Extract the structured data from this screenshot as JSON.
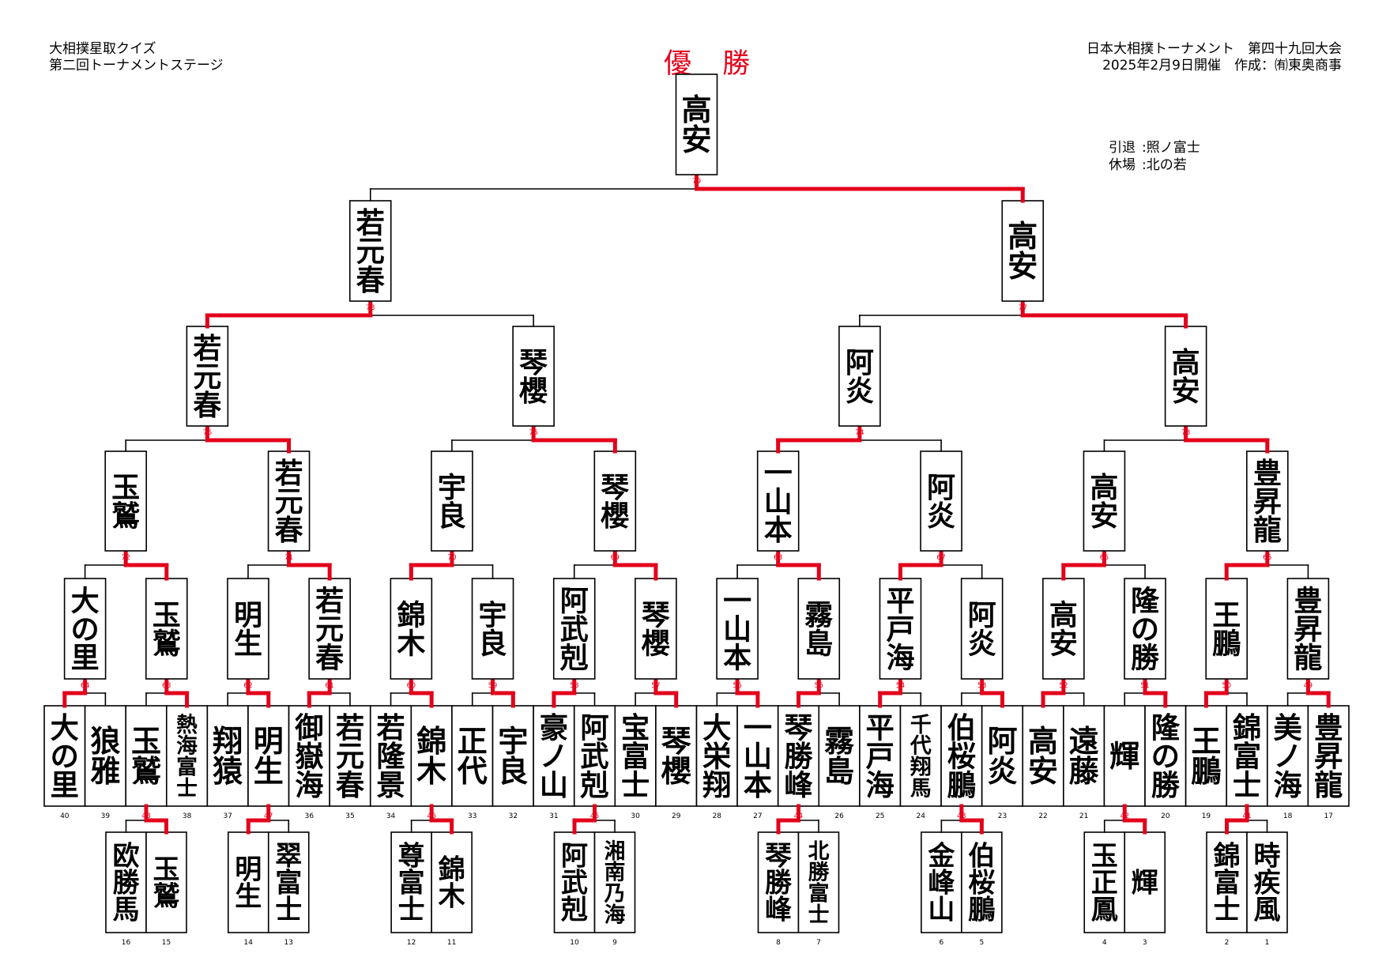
{
  "header": {
    "left_line1": "大相撲星取クイズ",
    "left_line2": "第二回トーナメントステージ",
    "right_line1": "日本大相撲トーナメント　第四十九回大会",
    "right_line2": "2025年2月9日開催　作成：㈲東奥商事",
    "champion_label": "優 勝"
  },
  "notes": {
    "retired_label": "引退",
    "retired_name": "照ノ富士",
    "absent_label": "休場",
    "absent_name": "北の若"
  },
  "colors": {
    "winner_line": "#e3001b",
    "line": "#000000",
    "box_border": "#000000"
  },
  "bracket": {
    "champion": {
      "name": "高安",
      "match": "79"
    },
    "round5": [
      {
        "name": "若元春",
        "match": "78"
      },
      {
        "name": "高安",
        "match": "77"
      }
    ],
    "round4": [
      {
        "name": "若元春",
        "match": "76"
      },
      {
        "name": "琴櫻",
        "match": "75"
      },
      {
        "name": "阿炎",
        "match": "74"
      },
      {
        "name": "高安",
        "match": "73"
      }
    ],
    "round3": [
      {
        "name": "玉鷲",
        "match": "72"
      },
      {
        "name": "若元春",
        "match": "71"
      },
      {
        "name": "宇良",
        "match": "70"
      },
      {
        "name": "琴櫻",
        "match": "69"
      },
      {
        "name": "一山本",
        "match": "68"
      },
      {
        "name": "阿炎",
        "match": "67"
      },
      {
        "name": "高安",
        "match": "66"
      },
      {
        "name": "豊昇龍",
        "match": "65"
      }
    ],
    "round2": [
      {
        "name": "大の里",
        "match": "64"
      },
      {
        "name": "玉鷲",
        "match": "63"
      },
      {
        "name": "明生",
        "match": "62"
      },
      {
        "name": "若元春",
        "match": "61"
      },
      {
        "name": "錦木",
        "match": "60"
      },
      {
        "name": "宇良",
        "match": "59"
      },
      {
        "name": "阿武剋",
        "match": "58"
      },
      {
        "name": "琴櫻",
        "match": "57"
      },
      {
        "name": "一山本",
        "match": "56"
      },
      {
        "name": "霧島",
        "match": "55"
      },
      {
        "name": "平戸海",
        "match": "54"
      },
      {
        "name": "阿炎",
        "match": "53"
      },
      {
        "name": "高安",
        "match": "52"
      },
      {
        "name": "隆の勝",
        "match": "51"
      },
      {
        "name": "王鵬",
        "match": "50"
      },
      {
        "name": "豊昇龍",
        "match": "49"
      }
    ],
    "round1": [
      {
        "name": "大の里",
        "seed": "40"
      },
      {
        "name": "狼雅",
        "seed": "39"
      },
      {
        "name": "玉鷲",
        "seed": "",
        "match": "48"
      },
      {
        "name": "熱海富士",
        "seed": "38"
      },
      {
        "name": "翔猿",
        "seed": "37"
      },
      {
        "name": "明生",
        "seed": "",
        "match": "47"
      },
      {
        "name": "御嶽海",
        "seed": "36"
      },
      {
        "name": "若元春",
        "seed": "35"
      },
      {
        "name": "若隆景",
        "seed": "34"
      },
      {
        "name": "錦木",
        "seed": "",
        "match": "46"
      },
      {
        "name": "正代",
        "seed": "33"
      },
      {
        "name": "宇良",
        "seed": "32"
      },
      {
        "name": "豪ノ山",
        "seed": "31"
      },
      {
        "name": "阿武剋",
        "seed": "",
        "match": "45"
      },
      {
        "name": "宝富士",
        "seed": "30"
      },
      {
        "name": "琴櫻",
        "seed": "29"
      },
      {
        "name": "大栄翔",
        "seed": "28"
      },
      {
        "name": "一山本",
        "seed": "27"
      },
      {
        "name": "琴勝峰",
        "seed": "",
        "match": "44"
      },
      {
        "name": "霧島",
        "seed": "26"
      },
      {
        "name": "平戸海",
        "seed": "25"
      },
      {
        "name": "千代翔馬",
        "seed": "24"
      },
      {
        "name": "伯桜鵬",
        "seed": "",
        "match": "43"
      },
      {
        "name": "阿炎",
        "seed": "23"
      },
      {
        "name": "高安",
        "seed": "22"
      },
      {
        "name": "遠藤",
        "seed": "21"
      },
      {
        "name": "輝",
        "seed": "",
        "match": "42"
      },
      {
        "name": "隆の勝",
        "seed": "20"
      },
      {
        "name": "王鵬",
        "seed": "19"
      },
      {
        "name": "錦富士",
        "seed": "",
        "match": "41"
      },
      {
        "name": "美ノ海",
        "seed": "18"
      },
      {
        "name": "豊昇龍",
        "seed": "17"
      }
    ],
    "preliminary": [
      {
        "parent": 2,
        "left": {
          "name": "欧勝馬",
          "seed": "16"
        },
        "right": {
          "name": "玉鷲",
          "seed": "15"
        },
        "winner": "right"
      },
      {
        "parent": 5,
        "left": {
          "name": "明生",
          "seed": "14"
        },
        "right": {
          "name": "翠富士",
          "seed": "13"
        },
        "winner": "left"
      },
      {
        "parent": 9,
        "left": {
          "name": "尊富士",
          "seed": "12"
        },
        "right": {
          "name": "錦木",
          "seed": "11"
        },
        "winner": "right"
      },
      {
        "parent": 13,
        "left": {
          "name": "阿武剋",
          "seed": "10"
        },
        "right": {
          "name": "湘南乃海",
          "seed": "9"
        },
        "winner": "left"
      },
      {
        "parent": 18,
        "left": {
          "name": "琴勝峰",
          "seed": "8"
        },
        "right": {
          "name": "北勝富士",
          "seed": "7"
        },
        "winner": "left"
      },
      {
        "parent": 22,
        "left": {
          "name": "金峰山",
          "seed": "6"
        },
        "right": {
          "name": "伯桜鵬",
          "seed": "5"
        },
        "winner": "right"
      },
      {
        "parent": 26,
        "left": {
          "name": "玉正鳳",
          "seed": "4"
        },
        "right": {
          "name": "輝",
          "seed": "3"
        },
        "winner": "right"
      },
      {
        "parent": 29,
        "left": {
          "name": "錦富士",
          "seed": "2"
        },
        "right": {
          "name": "時疾風",
          "seed": "1"
        },
        "winner": "left"
      }
    ],
    "round_winners": {
      "round1_to_round2": [
        "L",
        "R",
        "R",
        "L",
        "R",
        "R",
        "L",
        "R",
        "R",
        "L",
        "L",
        "R",
        "L",
        "R",
        "L",
        "R"
      ],
      "round2_to_round3": [
        "R",
        "R",
        "L",
        "R",
        "R",
        "L",
        "L",
        "L"
      ],
      "round3_to_round4": [
        "R",
        "R",
        "L",
        "R"
      ],
      "round4_to_round5": [
        "L",
        "R"
      ],
      "round5_to_champion": [
        "R"
      ]
    }
  }
}
